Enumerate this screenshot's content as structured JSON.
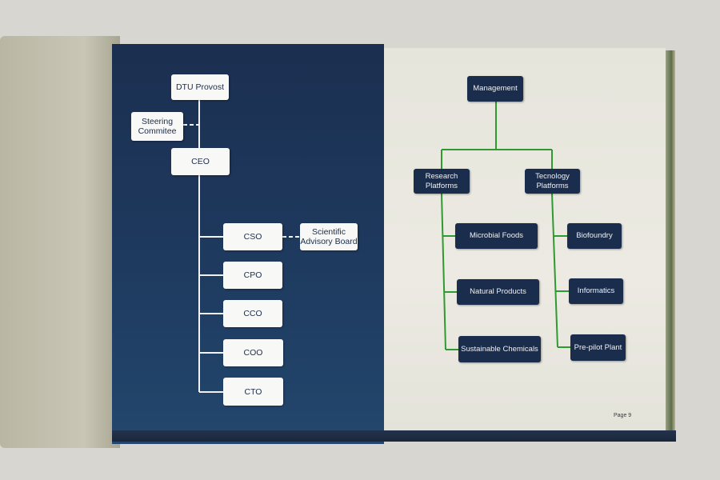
{
  "left_chart": {
    "nodes": {
      "provost": "DTU Provost",
      "steering": "Steering\nCommitee",
      "ceo": "CEO",
      "cso": "CSO",
      "sab": "Scientific\nAdvisory Board",
      "cpo": "CPO",
      "cco": "CCO",
      "coo": "COO",
      "cto": "CTO"
    }
  },
  "right_chart": {
    "nodes": {
      "management": "Management",
      "research": "Research\nPlatforms",
      "technology": "Tecnology\nPlatforms",
      "microbial": "Microbial Foods",
      "natural": "Natural Products",
      "sustainable": "Sustainable Chemicals",
      "biofoundry": "Biofoundry",
      "informatics": "Informatics",
      "prepilot": "Pre-pilot Plant"
    }
  },
  "page_number": "Page 9",
  "colors": {
    "dark_page": "#1e3a5f",
    "light_page": "#eceae2",
    "connector_green": "#2f9a2f",
    "navy_box": "#1b2d4d",
    "white_box": "#f8f8f6"
  }
}
